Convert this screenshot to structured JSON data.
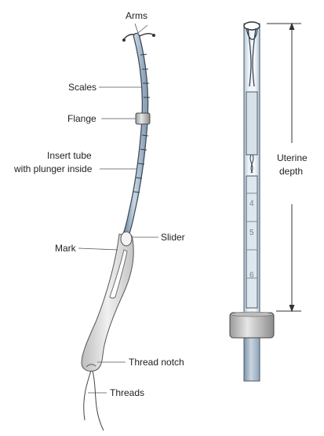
{
  "labels": {
    "arms": "Arms",
    "scales": "Scales",
    "flange": "Flange",
    "insert_tube_line1": "Insert tube",
    "insert_tube_line2": "with plunger inside",
    "mark": "Mark",
    "slider": "Slider",
    "thread_notch": "Thread notch",
    "threads": "Threads",
    "uterine_depth_line1": "Uterine",
    "uterine_depth_line2": "depth"
  },
  "scale_numbers": [
    "4",
    "5",
    "6"
  ],
  "colors": {
    "tube_fill": "#9fb3c6",
    "tube_light": "#dce6ef",
    "tube_stroke": "#3a4a5a",
    "flange_fill": "#cfcfcf",
    "inserter_fill": "#e4e4e4",
    "line": "#333333"
  }
}
